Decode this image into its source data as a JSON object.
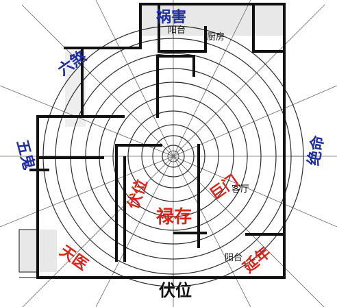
{
  "rooms": {
    "balcony_top": "阳台",
    "kitchen": "厨房",
    "living": "客厅",
    "balcony_bottom": "阳台"
  },
  "stars": {
    "tianyi": "天医",
    "fuwei_in": "伏位",
    "lucun": "禄存",
    "jumen": "巨门",
    "yannian": "延年"
  },
  "directions": {
    "jueming": "绝命",
    "huohai": "祸害",
    "liusha": "六煞",
    "wugui": "五鬼"
  },
  "bottom_label": "伏位",
  "colors": {
    "wall": "#111111",
    "ring": "#2b2b2b",
    "spoke": "#666666",
    "star_red": "#d9261c",
    "dir_blue": "#1f2f9e",
    "balcony_fill": "#e8e8e8"
  }
}
